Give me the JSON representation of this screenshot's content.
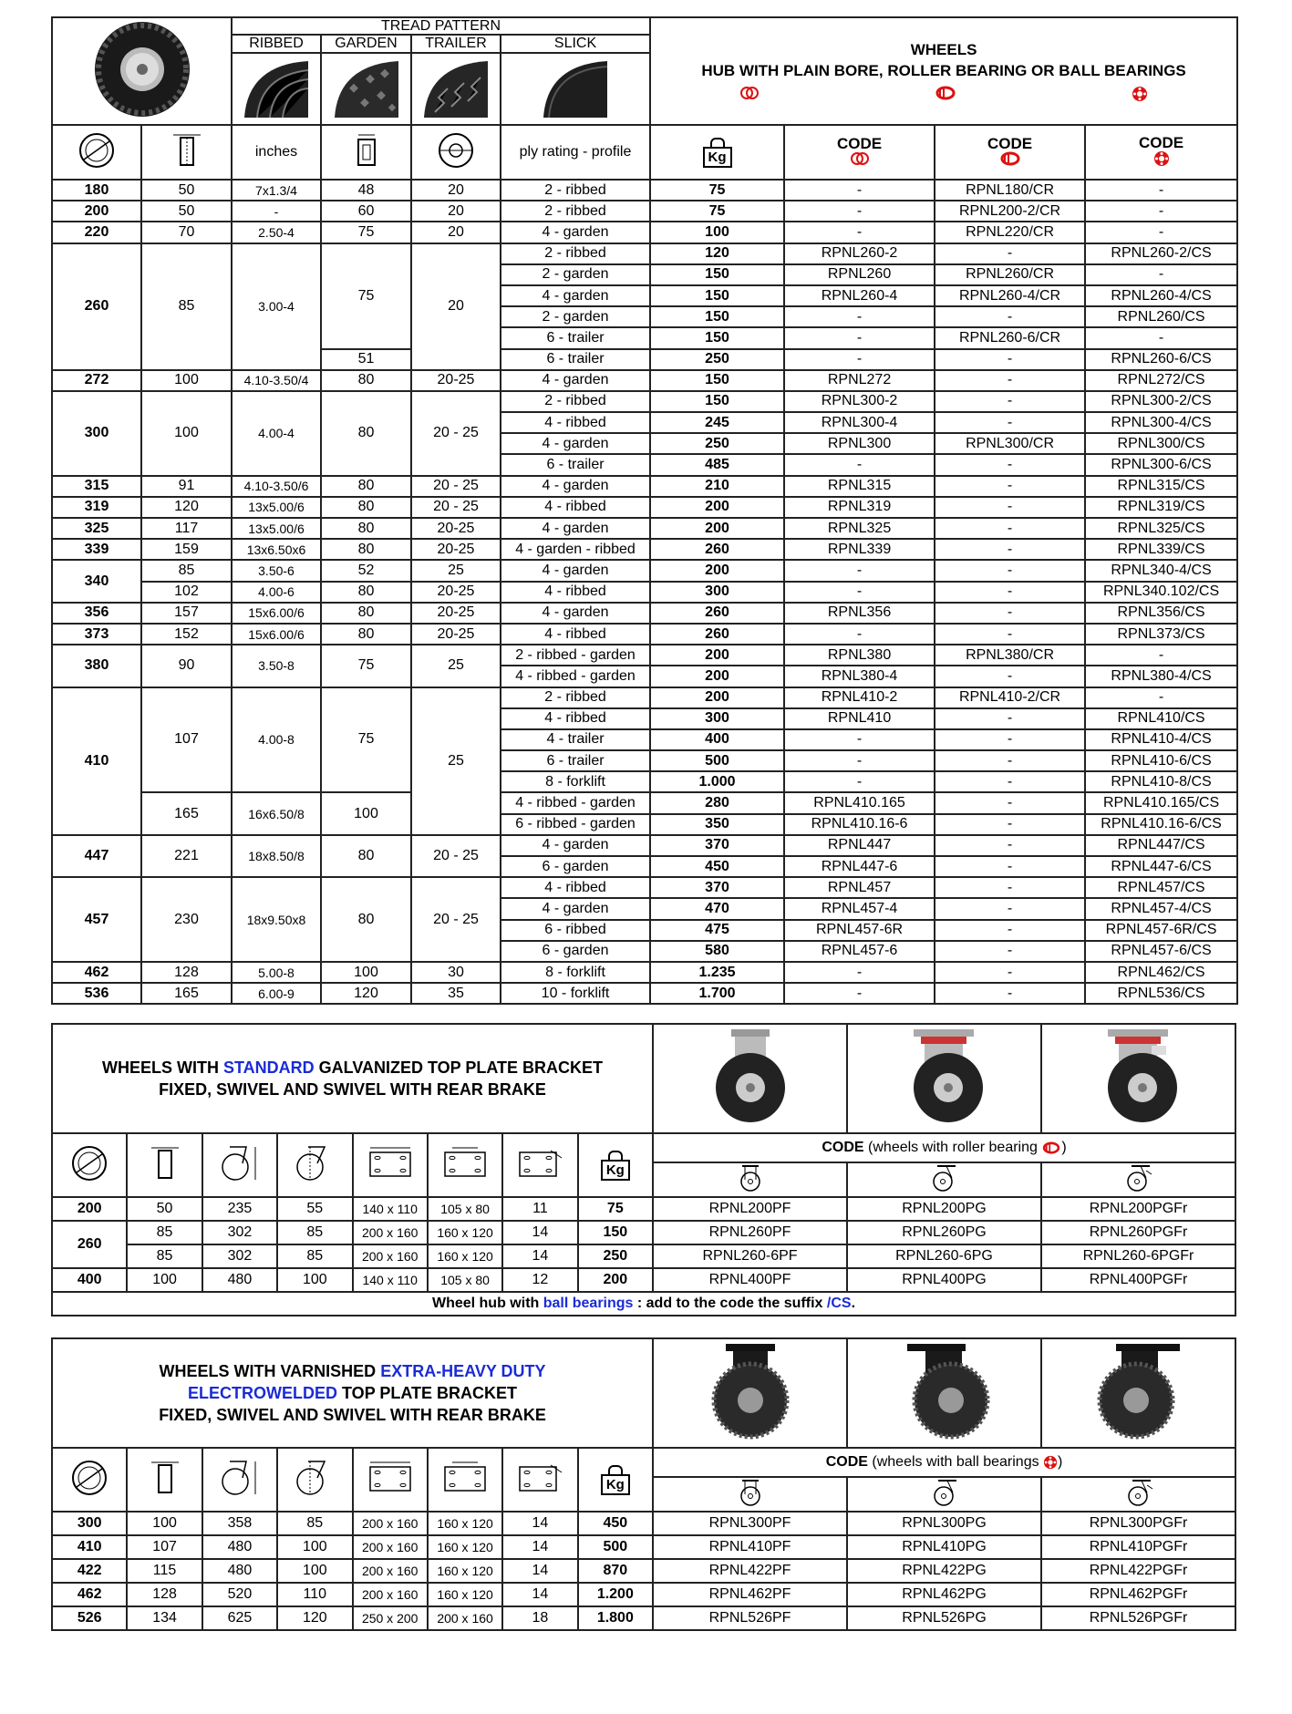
{
  "table1": {
    "tread_pattern_title": "TREAD PATTERN",
    "tread_types": [
      "RIBBED",
      "GARDEN",
      "TRAILER",
      "SLICK"
    ],
    "wheels_title": "WHEELS",
    "wheels_subtitle": "HUB WITH PLAIN BORE, ROLLER BEARING OR BALL BEARINGS",
    "col_inches": "inches",
    "col_ply": "ply rating - profile",
    "kg_label": "Kg",
    "code_label": "CODE",
    "rows": [
      [
        "180",
        "50",
        "7x1.3/4",
        "48",
        "20",
        "2 - ribbed",
        "75",
        "-",
        "RPNL180/CR",
        "-"
      ],
      [
        "200",
        "50",
        "-",
        "60",
        "20",
        "2 - ribbed",
        "75",
        "-",
        "RPNL200-2/CR",
        "-"
      ],
      [
        "220",
        "70",
        "2.50-4",
        "75",
        "20",
        "4 - garden",
        "100",
        "-",
        "RPNL220/CR",
        "-"
      ],
      [
        "260",
        "85",
        "3.00-4",
        "75",
        "20",
        "2 - ribbed",
        "120",
        "RPNL260-2",
        "-",
        "RPNL260-2/CS"
      ],
      [
        "",
        "",
        "",
        "",
        "",
        "2 - garden",
        "150",
        "RPNL260",
        "RPNL260/CR",
        "-"
      ],
      [
        "",
        "",
        "",
        "",
        "",
        "4 - garden",
        "150",
        "RPNL260-4",
        "RPNL260-4/CR",
        "RPNL260-4/CS"
      ],
      [
        "",
        "",
        "",
        "",
        "",
        "2 - garden",
        "150",
        "-",
        "-",
        "RPNL260/CS"
      ],
      [
        "",
        "",
        "",
        "",
        "",
        "6 - trailer",
        "150",
        "-",
        "RPNL260-6/CR",
        "-"
      ],
      [
        "",
        "",
        "",
        "51",
        "",
        "6 - trailer",
        "250",
        "-",
        "-",
        "RPNL260-6/CS"
      ],
      [
        "272",
        "100",
        "4.10-3.50/4",
        "80",
        "20-25",
        "4 - garden",
        "150",
        "RPNL272",
        "-",
        "RPNL272/CS"
      ],
      [
        "300",
        "100",
        "4.00-4",
        "80",
        "20 - 25",
        "2 - ribbed",
        "150",
        "RPNL300-2",
        "-",
        "RPNL300-2/CS"
      ],
      [
        "",
        "",
        "",
        "",
        "",
        "4 - ribbed",
        "245",
        "RPNL300-4",
        "-",
        "RPNL300-4/CS"
      ],
      [
        "",
        "",
        "",
        "",
        "",
        "4 - garden",
        "250",
        "RPNL300",
        "RPNL300/CR",
        "RPNL300/CS"
      ],
      [
        "",
        "",
        "",
        "",
        "",
        "6 - trailer",
        "485",
        "-",
        "-",
        "RPNL300-6/CS"
      ],
      [
        "315",
        "91",
        "4.10-3.50/6",
        "80",
        "20 - 25",
        "4 - garden",
        "210",
        "RPNL315",
        "-",
        "RPNL315/CS"
      ],
      [
        "319",
        "120",
        "13x5.00/6",
        "80",
        "20 - 25",
        "4 - ribbed",
        "200",
        "RPNL319",
        "-",
        "RPNL319/CS"
      ],
      [
        "325",
        "117",
        "13x5.00/6",
        "80",
        "20-25",
        "4 - garden",
        "200",
        "RPNL325",
        "-",
        "RPNL325/CS"
      ],
      [
        "339",
        "159",
        "13x6.50x6",
        "80",
        "20-25",
        "4 - garden - ribbed",
        "260",
        "RPNL339",
        "-",
        "RPNL339/CS"
      ],
      [
        "340",
        "85",
        "3.50-6",
        "52",
        "25",
        "4 - garden",
        "200",
        "-",
        "-",
        "RPNL340-4/CS"
      ],
      [
        "",
        "102",
        "4.00-6",
        "80",
        "20-25",
        "4 - ribbed",
        "300",
        "-",
        "-",
        "RPNL340.102/CS"
      ],
      [
        "356",
        "157",
        "15x6.00/6",
        "80",
        "20-25",
        "4 - garden",
        "260",
        "RPNL356",
        "-",
        "RPNL356/CS"
      ],
      [
        "373",
        "152",
        "15x6.00/6",
        "80",
        "20-25",
        "4 - ribbed",
        "260",
        "-",
        "-",
        "RPNL373/CS"
      ],
      [
        "380",
        "90",
        "3.50-8",
        "75",
        "25",
        "2 - ribbed - garden",
        "200",
        "RPNL380",
        "RPNL380/CR",
        "-"
      ],
      [
        "",
        "",
        "",
        "",
        "",
        "4 - ribbed - garden",
        "200",
        "RPNL380-4",
        "-",
        "RPNL380-4/CS"
      ],
      [
        "410",
        "107",
        "4.00-8",
        "75",
        "25",
        "2 - ribbed",
        "200",
        "RPNL410-2",
        "RPNL410-2/CR",
        "-"
      ],
      [
        "",
        "",
        "",
        "",
        "",
        "4 - ribbed",
        "300",
        "RPNL410",
        "-",
        "RPNL410/CS"
      ],
      [
        "",
        "",
        "",
        "",
        "",
        "4 - trailer",
        "400",
        "-",
        "-",
        "RPNL410-4/CS"
      ],
      [
        "",
        "",
        "",
        "",
        "",
        "6 - trailer",
        "500",
        "-",
        "-",
        "RPNL410-6/CS"
      ],
      [
        "",
        "",
        "",
        "",
        "",
        "8 - forklift",
        "1.000",
        "-",
        "-",
        "RPNL410-8/CS"
      ],
      [
        "",
        "165",
        "16x6.50/8",
        "100",
        "",
        "4 - ribbed - garden",
        "280",
        "RPNL410.165",
        "-",
        "RPNL410.165/CS"
      ],
      [
        "",
        "",
        "",
        "",
        "",
        "6 - ribbed - garden",
        "350",
        "RPNL410.16-6",
        "-",
        "RPNL410.16-6/CS"
      ],
      [
        "447",
        "221",
        "18x8.50/8",
        "80",
        "20 - 25",
        "4 - garden",
        "370",
        "RPNL447",
        "-",
        "RPNL447/CS"
      ],
      [
        "",
        "",
        "",
        "",
        "",
        "6 - garden",
        "450",
        "RPNL447-6",
        "-",
        "RPNL447-6/CS"
      ],
      [
        "457",
        "230",
        "18x9.50x8",
        "80",
        "20 - 25",
        "4 - ribbed",
        "370",
        "RPNL457",
        "-",
        "RPNL457/CS"
      ],
      [
        "",
        "",
        "",
        "",
        "",
        "4 - garden",
        "470",
        "RPNL457-4",
        "-",
        "RPNL457-4/CS"
      ],
      [
        "",
        "",
        "",
        "",
        "",
        "6 - ribbed",
        "475",
        "RPNL457-6R",
        "-",
        "RPNL457-6R/CS"
      ],
      [
        "",
        "",
        "",
        "",
        "",
        "6 - garden",
        "580",
        "RPNL457-6",
        "-",
        "RPNL457-6/CS"
      ],
      [
        "462",
        "128",
        "5.00-8",
        "100",
        "30",
        "8 - forklift",
        "1.235",
        "-",
        "-",
        "RPNL462/CS"
      ],
      [
        "536",
        "165",
        "6.00-9",
        "120",
        "35",
        "10 - forklift",
        "1.700",
        "-",
        "-",
        "RPNL536/CS"
      ]
    ]
  },
  "table2": {
    "title_a": "WHEELS WITH ",
    "title_blue": "STANDARD",
    "title_b": " GALVANIZED TOP PLATE BRACKET",
    "title_line2": "FIXED, SWIVEL AND SWIVEL WITH REAR BRAKE",
    "kg_label": "Kg",
    "code_bold": "CODE",
    "code_rest": " (wheels with roller bearing ",
    "code_close": ")",
    "rows": [
      [
        "200",
        "50",
        "235",
        "55",
        "140 x 110",
        "105 x 80",
        "11",
        "75",
        "RPNL200PF",
        "RPNL200PG",
        "RPNL200PGFr"
      ],
      [
        "260",
        "85",
        "302",
        "85",
        "200 x 160",
        "160 x 120",
        "14",
        "150",
        "RPNL260PF",
        "RPNL260PG",
        "RPNL260PGFr"
      ],
      [
        "",
        "85",
        "302",
        "85",
        "200 x 160",
        "160 x 120",
        "14",
        "250",
        "RPNL260-6PF",
        "RPNL260-6PG",
        "RPNL260-6PGFr"
      ],
      [
        "400",
        "100",
        "480",
        "100",
        "140 x 110",
        "105 x 80",
        "12",
        "200",
        "RPNL400PF",
        "RPNL400PG",
        "RPNL400PGFr"
      ]
    ],
    "note_a": "Wheel hub with ",
    "note_blue": "ball bearings",
    "note_b": "  : add to the code the suffix ",
    "note_suffix": "/CS",
    "note_end": "."
  },
  "table3": {
    "title_a": "WHEELS WITH VARNISHED ",
    "title_blue": "EXTRA-HEAVY DUTY",
    "title_blue2": "ELECTROWELDED",
    "title_b": " TOP PLATE BRACKET",
    "title_line3": "FIXED, SWIVEL AND SWIVEL WITH REAR BRAKE",
    "kg_label": "Kg",
    "code_bold": "CODE",
    "code_rest": " (wheels with ball bearings ",
    "code_close": ")",
    "rows": [
      [
        "300",
        "100",
        "358",
        "85",
        "200 x 160",
        "160 x 120",
        "14",
        "450",
        "RPNL300PF",
        "RPNL300PG",
        "RPNL300PGFr"
      ],
      [
        "410",
        "107",
        "480",
        "100",
        "200 x 160",
        "160 x 120",
        "14",
        "500",
        "RPNL410PF",
        "RPNL410PG",
        "RPNL410PGFr"
      ],
      [
        "422",
        "115",
        "480",
        "100",
        "200 x 160",
        "160 x 120",
        "14",
        "870",
        "RPNL422PF",
        "RPNL422PG",
        "RPNL422PGFr"
      ],
      [
        "462",
        "128",
        "520",
        "110",
        "200 x 160",
        "160 x 120",
        "14",
        "1.200",
        "RPNL462PF",
        "RPNL462PG",
        "RPNL462PGFr"
      ],
      [
        "526",
        "134",
        "625",
        "120",
        "250 x 200",
        "200 x 160",
        "18",
        "1.800",
        "RPNL526PF",
        "RPNL526PG",
        "RPNL526PGFr"
      ]
    ]
  }
}
